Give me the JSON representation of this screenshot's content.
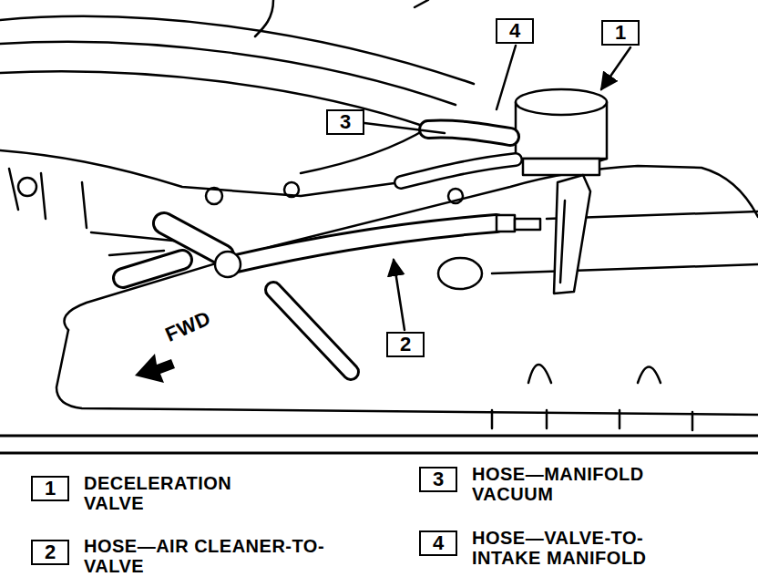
{
  "diagram": {
    "nodes": [
      {
        "text": [
          "4"
        ]
      },
      {
        "text": [
          "1"
        ]
      },
      {
        "text": [
          "3"
        ]
      },
      {
        "text": [
          "2"
        ]
      },
      {
        "text": [
          "1"
        ]
      },
      {
        "text": [
          "3"
        ]
      },
      {
        "text": [
          "2"
        ]
      },
      {
        "text": [
          "4"
        ]
      }
    ],
    "labels": [
      "FWD",
      "DECELERATION VALVE",
      "HOSE—MANIFOLD VACUUM",
      "HOSE—AIR CLEANER-TO-VALVE",
      "HOSE—VALVE-TO-INTAKE MANIFOLD"
    ]
  }
}
